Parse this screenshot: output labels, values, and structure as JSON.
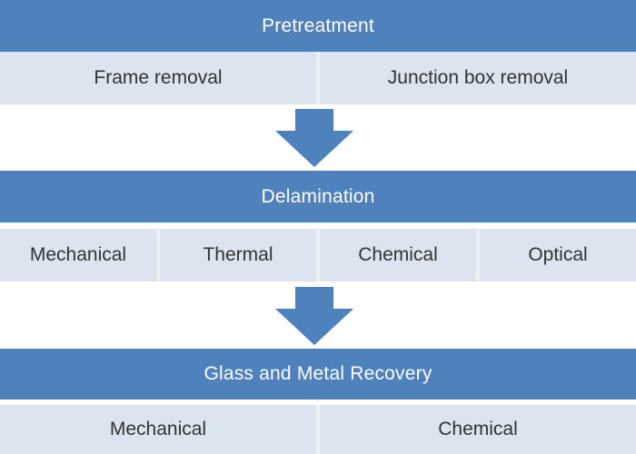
{
  "colors": {
    "header_bg": "#4f81bd",
    "cell_bg": "#dce4ef",
    "arrow": "#4f81bd"
  },
  "stages": [
    {
      "title": "Pretreatment",
      "items": [
        "Frame removal",
        "Junction box removal"
      ]
    },
    {
      "title": "Delamination",
      "items": [
        "Mechanical",
        "Thermal",
        "Chemical",
        "Optical"
      ]
    },
    {
      "title": "Glass and Metal Recovery",
      "items": [
        "Mechanical",
        "Chemical"
      ]
    }
  ]
}
